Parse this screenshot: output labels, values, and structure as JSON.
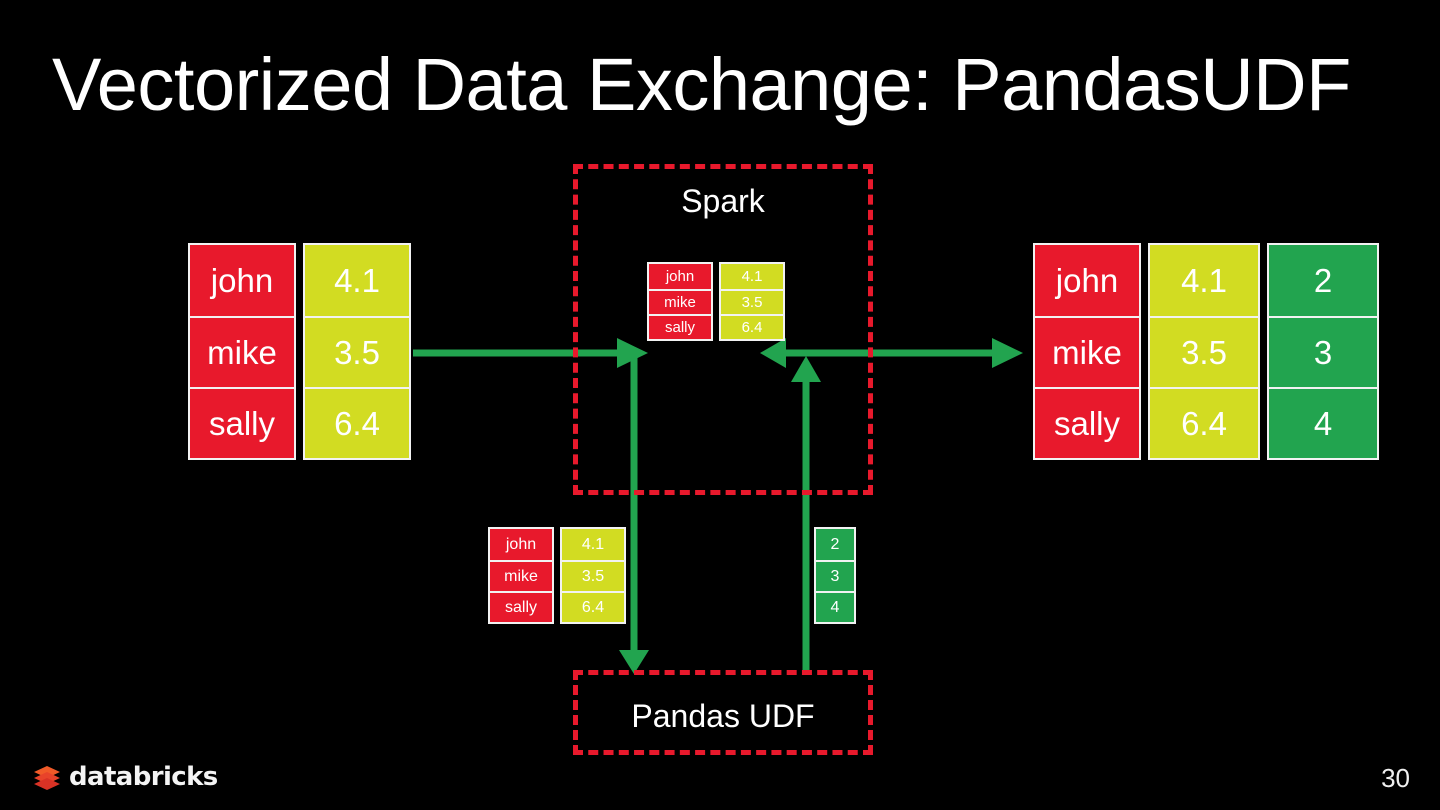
{
  "slide": {
    "title": "Vectorized Data Exchange: PandasUDF",
    "page_number": "30",
    "background_color": "#000000"
  },
  "palette": {
    "red": "#e8192c",
    "yellow": "#d2dc22",
    "green": "#22a44f",
    "white": "#ffffff",
    "arrow_green": "#22a44f",
    "dashed_border_red": "#e8192c"
  },
  "brand": {
    "name": "databricks",
    "logo_icon": "databricks-stacked-layers-icon",
    "logo_color": "#ec4a2a"
  },
  "diagram": {
    "spark_box": {
      "label": "Spark"
    },
    "pandas_box": {
      "label": "Pandas UDF"
    },
    "input_table": {
      "names": [
        "john",
        "mike",
        "sally"
      ],
      "values": [
        "4.1",
        "3.5",
        "6.4"
      ]
    },
    "spark_table": {
      "names": [
        "john",
        "mike",
        "sally"
      ],
      "values": [
        "4.1",
        "3.5",
        "6.4"
      ]
    },
    "pandas_input_table": {
      "names": [
        "john",
        "mike",
        "sally"
      ],
      "values": [
        "4.1",
        "3.5",
        "6.4"
      ]
    },
    "pandas_output_column": {
      "values": [
        "2",
        "3",
        "4"
      ]
    },
    "output_table": {
      "names": [
        "john",
        "mike",
        "sally"
      ],
      "values": [
        "4.1",
        "3.5",
        "6.4"
      ],
      "results": [
        "2",
        "3",
        "4"
      ]
    },
    "arrows": [
      {
        "name": "input-to-spark",
        "direction": "right"
      },
      {
        "name": "spark-to-pandas",
        "direction": "down"
      },
      {
        "name": "pandas-to-spark",
        "direction": "up"
      },
      {
        "name": "spark-to-output",
        "direction": "right"
      }
    ]
  }
}
